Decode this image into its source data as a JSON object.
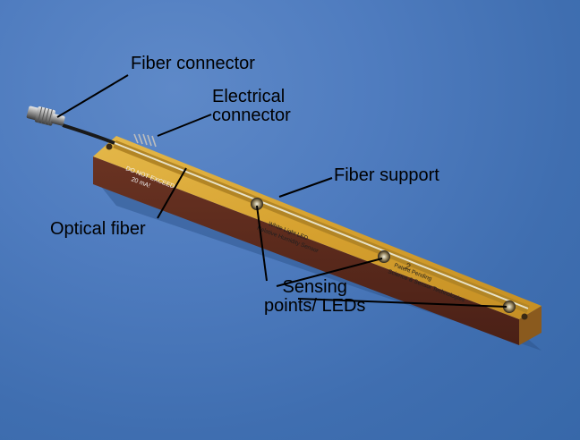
{
  "labels": {
    "fiber_connector": "Fiber connector",
    "electrical_connector": [
      "Electrical",
      "connector"
    ],
    "fiber_support": "Fiber support",
    "optical_fiber": "Optical fiber",
    "sensing_points": [
      "Sensing",
      "points/ LEDs"
    ]
  },
  "board_print": {
    "warning": [
      "DO NOT EXCEED",
      "20 mA!"
    ],
    "product": [
      "White Light LED",
      "Relative Humidity Sensor"
    ],
    "company": [
      "Patent Pending",
      "Science & Sensor Technologies"
    ],
    "marker": "2"
  },
  "colors": {
    "background": "#4a78bb",
    "board_gold": "#d9a833",
    "board_brown": "#5b2a1c",
    "label_text": "#000000"
  }
}
